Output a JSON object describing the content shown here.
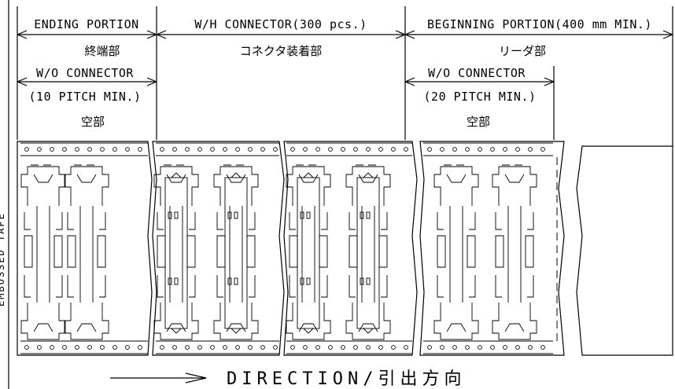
{
  "sections": {
    "ending": {
      "title": "ENDING PORTION",
      "jp": "終端部",
      "wo_connector": "W/O CONNECTOR",
      "pitch": "(10 PITCH MIN.)",
      "empty_jp": "空部"
    },
    "middle": {
      "title": "W/H CONNECTOR(300 pcs.)",
      "jp": "コネクタ装着部"
    },
    "beginning": {
      "title": "BEGINNING PORTION(400 mm MIN.)",
      "jp": "リーダ部",
      "wo_connector": "W/O CONNECTOR",
      "pitch": "(20 PITCH MIN.)",
      "empty_jp": "空部"
    }
  },
  "direction_label": "DIRECTION/引出方向",
  "side_label": "EMBOSSED TAPE"
}
